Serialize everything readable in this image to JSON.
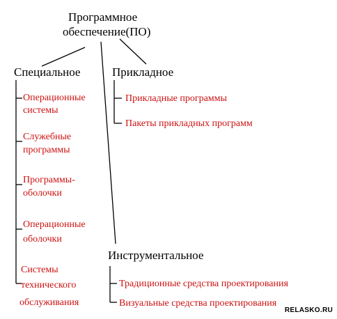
{
  "root": {
    "line1": "Программное",
    "line2": "обеспечение(ПО)"
  },
  "special": {
    "title": "Специальное",
    "items": [
      [
        "Операционные",
        "системы"
      ],
      [
        "Служебные",
        "программы"
      ],
      [
        "Программы-",
        "оболочки"
      ],
      [
        "Операционные",
        "оболочки"
      ],
      [
        "Системы",
        "технического",
        "обслуживания"
      ]
    ]
  },
  "applied": {
    "title": "Прикладное",
    "items": [
      "Прикладные программы",
      "Пакеты прикладных программ"
    ]
  },
  "instrumental": {
    "title": "Инструментальное",
    "items": [
      "Традиционные средства проектирования",
      "Визуальные средства проектирования"
    ]
  },
  "watermark": "RELASKO.RU",
  "colors": {
    "category_text": "#000000",
    "item_text": "#cc1111",
    "lines": "#000000"
  }
}
